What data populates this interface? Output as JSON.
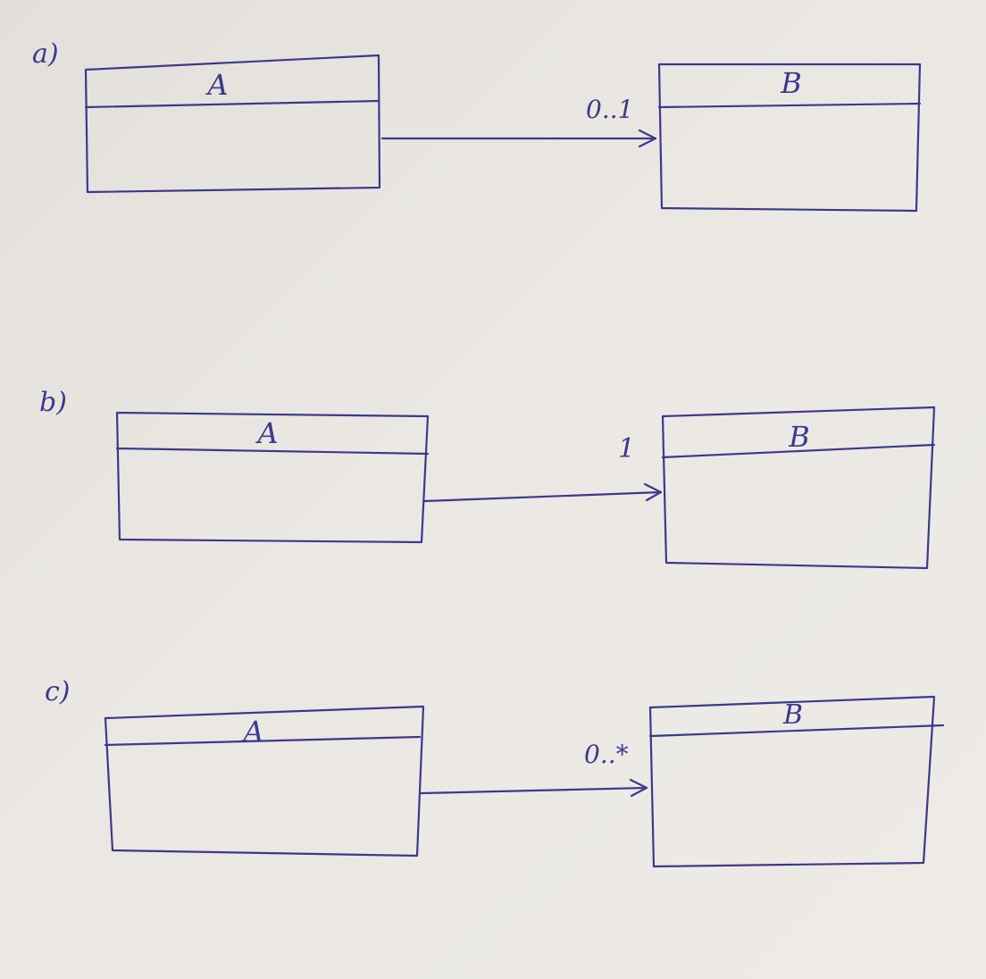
{
  "diagrams": [
    {
      "label": "a)",
      "source_class": "A",
      "target_class": "B",
      "multiplicity": "0..1"
    },
    {
      "label": "b)",
      "source_class": "A",
      "target_class": "B",
      "multiplicity": "1"
    },
    {
      "label": "c)",
      "source_class": "A",
      "target_class": "B",
      "multiplicity": "0..*"
    }
  ],
  "colors": {
    "ink": "#3a3a8c",
    "paper": "#e8e5e1"
  }
}
